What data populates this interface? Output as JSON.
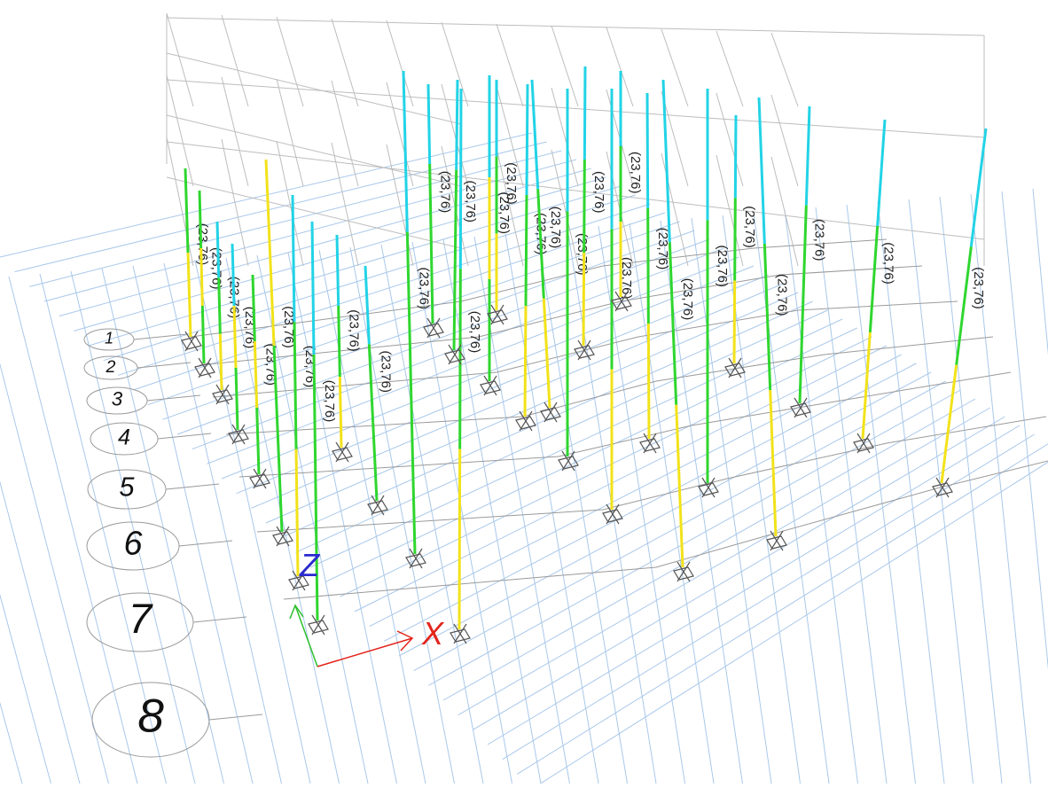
{
  "view": {
    "background": "#ffffff",
    "grid_color": "#a9c8ea",
    "frame_color": "#bdbdbd"
  },
  "legend_colors": {
    "cyan": "#22d3e6",
    "green": "#2fd62f",
    "yellow": "#f2e21a"
  },
  "grid_bubbles": [
    "1",
    "2",
    "3",
    "4",
    "5",
    "6",
    "7",
    "8"
  ],
  "axes": {
    "x_label": "X",
    "z_label": "Z",
    "x_color": "#e3241b",
    "z_color": "#2a2ad0",
    "y_color": "#2fbf2f"
  },
  "column_label": "(23,76)",
  "columns": [
    {
      "id": "C1",
      "segments": [
        "green",
        "yellow"
      ]
    },
    {
      "id": "C2",
      "segments": [
        "green",
        "yellow",
        "green"
      ]
    },
    {
      "id": "C3",
      "segments": [
        "cyan",
        "green",
        "yellow"
      ]
    },
    {
      "id": "C4",
      "segments": [
        "cyan",
        "yellow",
        "green"
      ]
    },
    {
      "id": "C5",
      "segments": [
        "green",
        "yellow",
        "green"
      ]
    },
    {
      "id": "C6",
      "segments": [
        "yellow",
        "green"
      ]
    },
    {
      "id": "C7",
      "segments": [
        "cyan",
        "green",
        "yellow"
      ]
    },
    {
      "id": "C8",
      "segments": [
        "cyan",
        "green",
        "green"
      ]
    },
    {
      "id": "C9",
      "segments": [
        "cyan",
        "green",
        "yellow"
      ]
    },
    {
      "id": "C10",
      "segments": [
        "cyan",
        "green",
        "green"
      ]
    },
    {
      "id": "C11",
      "segments": [
        "cyan",
        "green",
        "green"
      ]
    },
    {
      "id": "C12",
      "segments": [
        "cyan",
        "green",
        "yellow"
      ]
    },
    {
      "id": "C13",
      "segments": [
        "cyan",
        "green",
        "green"
      ]
    },
    {
      "id": "C14",
      "segments": [
        "cyan",
        "green",
        "green"
      ]
    },
    {
      "id": "C15",
      "segments": [
        "cyan",
        "yellow",
        "green"
      ]
    },
    {
      "id": "C16",
      "segments": [
        "cyan",
        "green",
        "yellow"
      ]
    },
    {
      "id": "C17",
      "segments": [
        "cyan",
        "green",
        "green"
      ]
    },
    {
      "id": "C18",
      "segments": [
        "cyan",
        "green",
        "yellow"
      ]
    },
    {
      "id": "C19",
      "segments": [
        "cyan",
        "green",
        "yellow"
      ]
    },
    {
      "id": "C20",
      "segments": [
        "cyan",
        "green",
        "yellow"
      ]
    },
    {
      "id": "C21",
      "segments": [
        "cyan",
        "green",
        "green"
      ]
    },
    {
      "id": "C22",
      "segments": [
        "cyan",
        "green",
        "yellow"
      ]
    },
    {
      "id": "C23",
      "segments": [
        "cyan",
        "green",
        "yellow"
      ]
    },
    {
      "id": "C24",
      "segments": [
        "cyan",
        "green",
        "green"
      ]
    },
    {
      "id": "C25",
      "segments": [
        "cyan",
        "green",
        "yellow"
      ]
    },
    {
      "id": "C26",
      "segments": [
        "cyan",
        "green",
        "yellow"
      ]
    },
    {
      "id": "C27",
      "segments": [
        "cyan",
        "green",
        "yellow"
      ]
    },
    {
      "id": "C28",
      "segments": [
        "cyan",
        "green",
        "yellow"
      ]
    },
    {
      "id": "C29",
      "segments": [
        "cyan",
        "green",
        "yellow"
      ]
    },
    {
      "id": "C30",
      "segments": [
        "cyan",
        "green",
        "yellow"
      ]
    }
  ]
}
